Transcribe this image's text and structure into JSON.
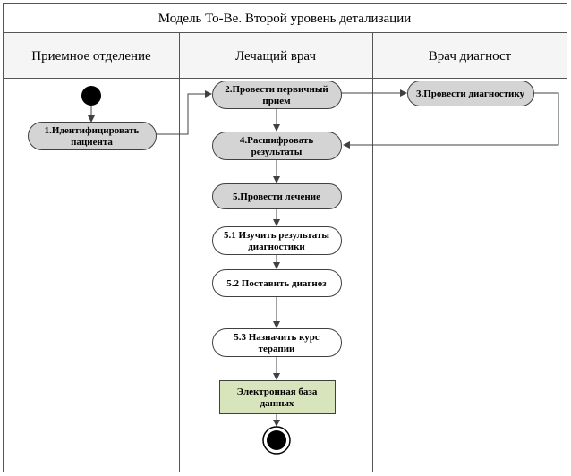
{
  "diagram": {
    "title": "Модель То-Be. Второй уровень детализации",
    "lanes": [
      {
        "label": "Приемное отделение"
      },
      {
        "label": "Лечащий врач"
      },
      {
        "label": "Врач диагност"
      }
    ],
    "nodes": [
      {
        "id": "n1",
        "lines": [
          "1.Идентифицировать",
          "пациента"
        ],
        "style": "gray"
      },
      {
        "id": "n2",
        "lines": [
          "2.Провести первичный",
          "прием"
        ],
        "style": "gray"
      },
      {
        "id": "n3",
        "lines": [
          "3.Провести диагностику"
        ],
        "style": "gray"
      },
      {
        "id": "n4",
        "lines": [
          "4.Расшифровать",
          "результаты"
        ],
        "style": "gray"
      },
      {
        "id": "n5",
        "lines": [
          "5.Провести лечение"
        ],
        "style": "gray"
      },
      {
        "id": "n51",
        "lines": [
          "5.1 Изучить результаты",
          "диагностики"
        ],
        "style": "white"
      },
      {
        "id": "n52",
        "lines": [
          "5.2 Поставить диагноз"
        ],
        "style": "white"
      },
      {
        "id": "n53",
        "lines": [
          "5.3 Назначить курс",
          "терапии"
        ],
        "style": "white"
      },
      {
        "id": "db",
        "lines": [
          "Электронная база",
          "данных"
        ],
        "style": "green"
      }
    ],
    "colors": {
      "gray_fill": "#d4d4d4",
      "white_fill": "#ffffff",
      "green_fill": "#d8e4bc",
      "line": "#404040"
    }
  }
}
